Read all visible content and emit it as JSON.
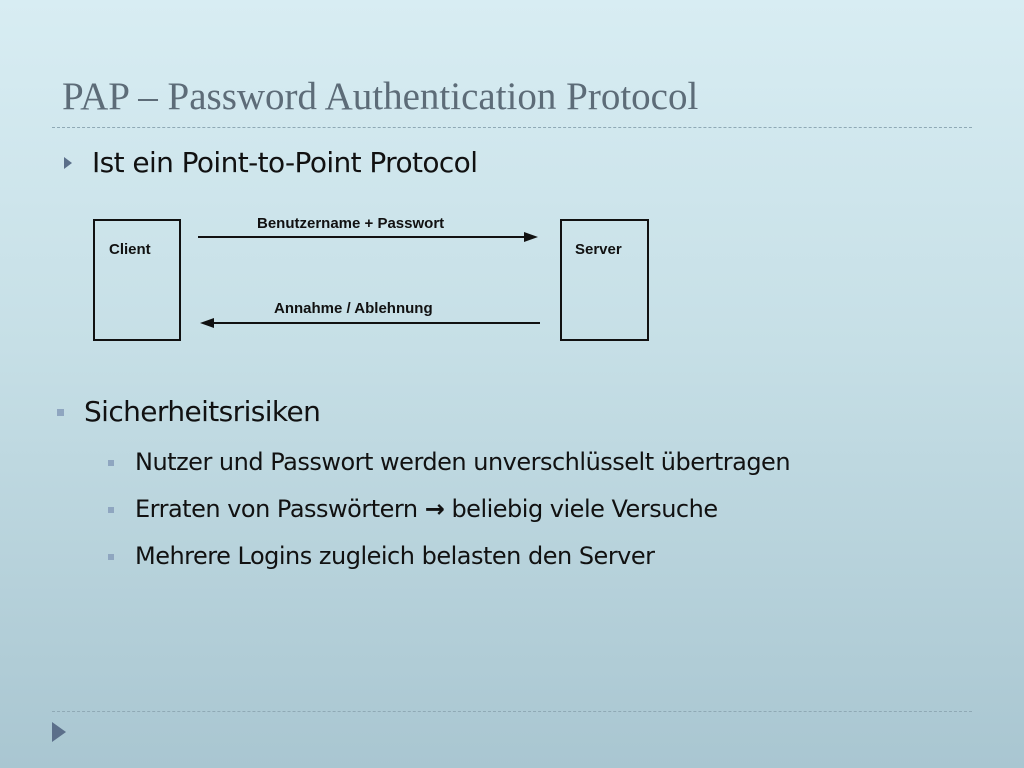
{
  "slide": {
    "title": "PAP – Password Authentication Protocol",
    "bullet1": "Ist ein Point-to-Point Protocol",
    "diagram": {
      "client": "Client",
      "server": "Server",
      "request": "Benutzername + Passwort",
      "response": "Annahme / Ablehnung"
    },
    "risks": {
      "heading": "Sicherheitsrisiken",
      "items": [
        "Nutzer und Passwort werden unverschlüsselt übertragen",
        "Erraten von Passwörtern",
        "Mehrere Logins zugleich belasten den Server"
      ],
      "item2_after_arrow": "beliebig viele Versuche",
      "arrow_glyph": "→"
    }
  }
}
